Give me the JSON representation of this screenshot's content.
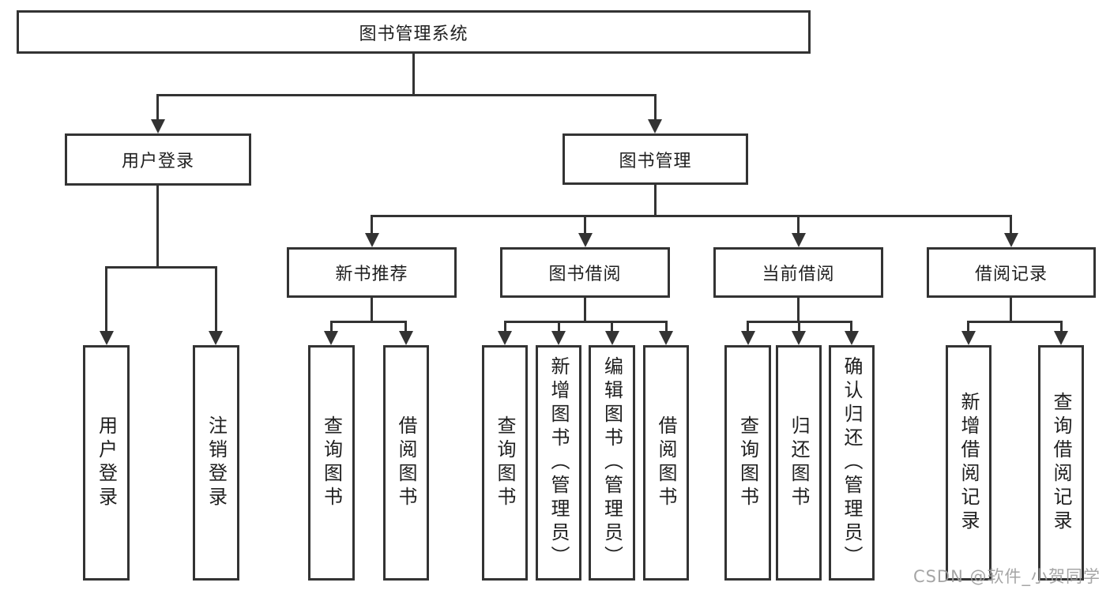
{
  "tree": {
    "root": {
      "label": "图书管理系统"
    },
    "branches": [
      {
        "label": "用户登录",
        "children": [
          {
            "label": "用户登录"
          },
          {
            "label": "注销登录"
          }
        ]
      },
      {
        "label": "图书管理",
        "children": [
          {
            "label": "新书推荐",
            "children": [
              {
                "label": "查询图书"
              },
              {
                "label": "借阅图书"
              }
            ]
          },
          {
            "label": "图书借阅",
            "children": [
              {
                "label": "查询图书"
              },
              {
                "label": "新增图书（管理员）"
              },
              {
                "label": "编辑图书（管理员）"
              },
              {
                "label": "借阅图书"
              }
            ]
          },
          {
            "label": "当前借阅",
            "children": [
              {
                "label": "查询图书"
              },
              {
                "label": "归还图书"
              },
              {
                "label": "确认归还（管理员）"
              }
            ]
          },
          {
            "label": "借阅记录",
            "children": [
              {
                "label": "新增借阅记录"
              },
              {
                "label": "查询借阅记录"
              }
            ]
          }
        ]
      }
    ]
  },
  "watermark": {
    "text": "CSDN @软件_小贺同学"
  },
  "colors": {
    "line": "#333333",
    "text": "#1f1f1f",
    "watermark": "#9e9e9e",
    "background": "#ffffff"
  }
}
